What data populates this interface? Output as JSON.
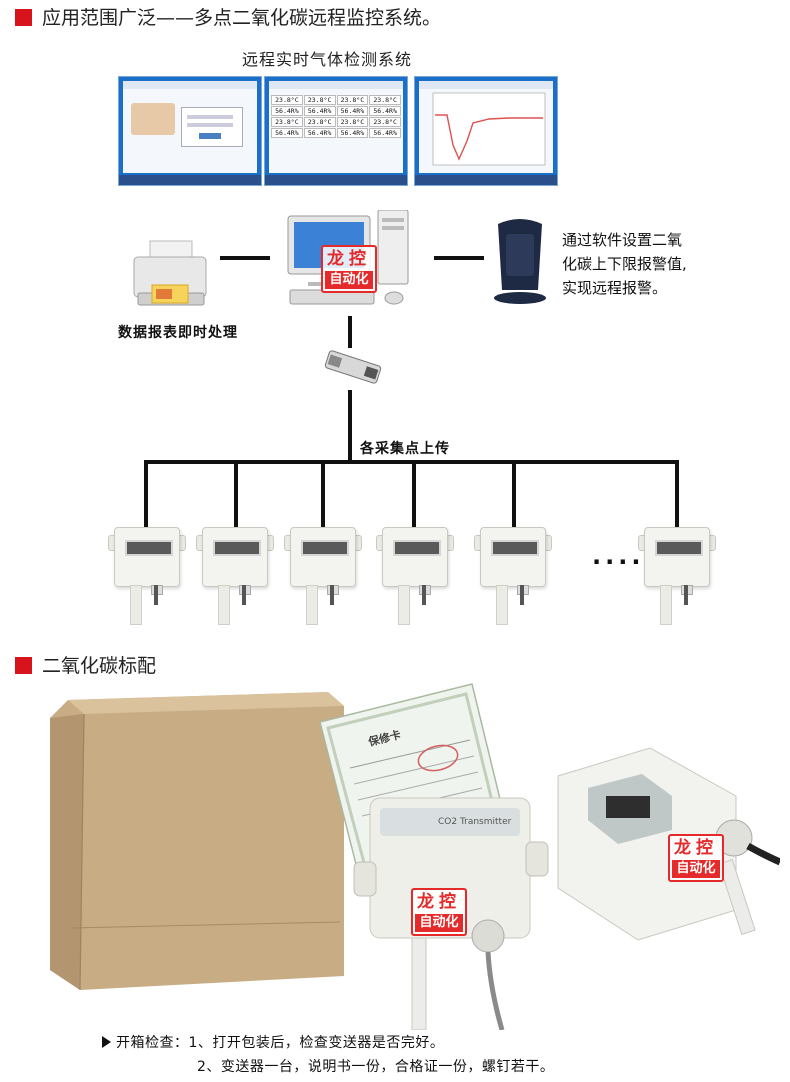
{
  "section1": {
    "title": "应用范围广泛——多点二氧化碳远程监控系统。"
  },
  "diagram": {
    "subtitle": "远程实时气体检测系统",
    "screen_temps": [
      "23.8°C",
      "23.8°C",
      "23.8°C",
      "23.8°C",
      "56.4R%",
      "56.4R%",
      "56.4R%",
      "56.4R%",
      "23.8°C",
      "23.8°C",
      "23.8°C",
      "23.8°C",
      "56.4R%",
      "56.4R%",
      "56.4R%",
      "56.4R%"
    ],
    "printer_label": "数据报表即时处理",
    "alarm_text": [
      "通过软件设置二氧",
      "化碳上下限报警值,",
      "实现远程报警。"
    ],
    "bus_label": "各采集点上传",
    "dots": "····"
  },
  "brand": {
    "char1": "龙",
    "char2": "控",
    "sub": "自动化"
  },
  "section2": {
    "title": "二氧化碳标配"
  },
  "product": {
    "card_title": "保修卡",
    "transmitter_label": "CO2 Transmitter"
  },
  "check": {
    "line1": "开箱检查：1、打开包装后，检查变送器是否完好。",
    "line2": "2、变送器一台，说明书一份，合格证一份，螺钉若干。"
  },
  "colors": {
    "accent": "#d7141b",
    "brand_red": "#e42a2a",
    "screen_blue": "#1a6fc9"
  }
}
